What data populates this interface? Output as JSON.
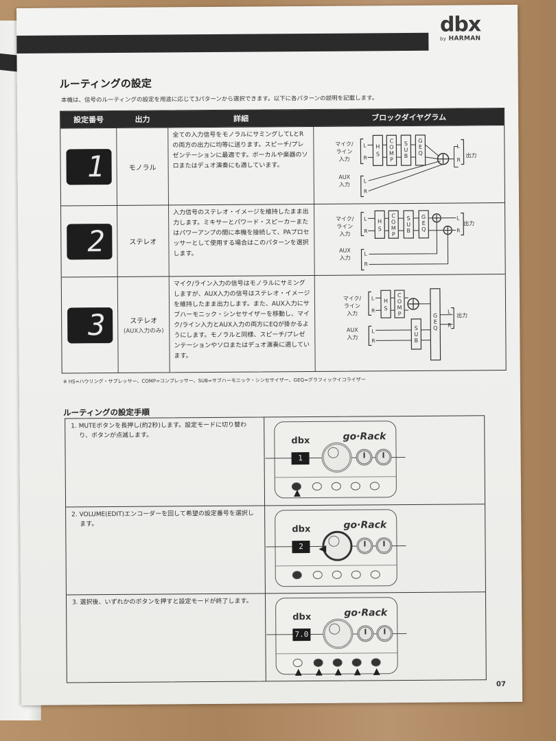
{
  "brand": {
    "logo": "dbx",
    "byline_prefix": "by",
    "byline": "HARMAN"
  },
  "section1": {
    "title": "ルーティングの設定",
    "intro": "本機は、信号のルーティングの設定を用途に応じて3パターンから選択できます。以下に各パターンの説明を記載します。"
  },
  "table": {
    "headers": [
      "設定番号",
      "出力",
      "詳細",
      "ブロックダイヤグラム"
    ],
    "rows": [
      {
        "display": "1",
        "output": "モノラル",
        "output_note": "",
        "detail": "全ての入力信号をモノラルにサミングしてLとRの両方の出力に均等に送ります。スピーチ/プレゼンテーションに最適です。ボーカルや楽器のソロまたはデュオ演奏にも適しています。"
      },
      {
        "display": "2",
        "output": "ステレオ",
        "output_note": "",
        "detail": "入力信号のステレオ・イメージを維持したまま出力します。ミキサーとパワード・スピーカーまたはパワーアンプの間に本機を接続して、PAプロセッサーとして使用する場合はこのパターンを選択します。"
      },
      {
        "display": "3",
        "output": "ステレオ",
        "output_note": "(AUX入力のみ)",
        "detail": "マイク/ライン入力の信号はモノラルにサミングしますが、AUX入力の信号はステレオ・イメージを維持したまま出力します。また、AUX入力にサブハーモニック・シンセサイザーを移動し、マイク/ライン入力とAUX入力の両方にEQが掛かるようにします。モノラルと同様、スピーチ/プレゼンテーションやソロまたはデュオ演奏に適しています。"
      }
    ],
    "diagram_labels": {
      "mic_line_1": "マイク/",
      "mic_line_2": "ライン",
      "mic_line_3": "入力",
      "aux_1": "AUX",
      "aux_2": "入力",
      "output": "出力",
      "L": "L",
      "R": "R",
      "blocks": [
        "HS",
        "COMP",
        "SUB",
        "GEQ"
      ]
    },
    "footnote": "※ HS=ハウリング・サプレッサー、COMP=コンプレッサー、SUB=サブハーモニック・シンセサイザー、GEQ=グラフィックイコライザー"
  },
  "section2": {
    "title": "ルーティングの設定手順",
    "steps": [
      {
        "text": "1. MUTEボタンを長押し(約2秒)します。設定モードに切り替わり、ボタンが点滅します。",
        "display": "1",
        "device_logo": "dbx",
        "product_logo": "go·Rack"
      },
      {
        "text": "2. VOLUME(EDIT)エンコーダーを回して希望の設定番号を選択します。",
        "display": "2",
        "device_logo": "dbx",
        "product_logo": "go·Rack"
      },
      {
        "text": "3. 選択後、いずれかのボタンを押すと設定モードが終了します。",
        "display": "7.0",
        "device_logo": "dbx",
        "product_logo": "go·Rack"
      }
    ]
  },
  "page_number": "07"
}
